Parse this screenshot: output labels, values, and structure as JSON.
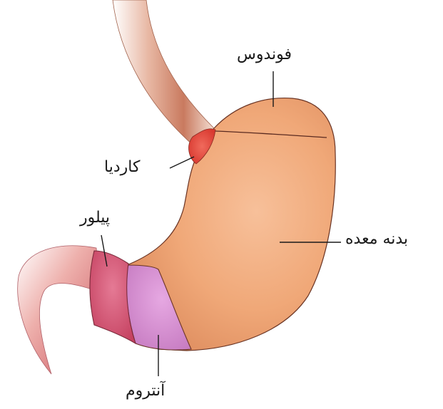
{
  "labels": {
    "fundus": "فوندوس",
    "cardia": "کاردیا",
    "body": "بدنه معده",
    "pylorus": "پیلور",
    "antrum": "آنتروم"
  },
  "colors": {
    "stomach_body": "#f0a878",
    "fundus": "#e9a06f",
    "cardia": "#e3443f",
    "pylorus": "#d85a7a",
    "antrum": "#d98fd4",
    "esophagus": "#d88a6e",
    "duodenum": "#e88a88",
    "outline": "#5a2a20"
  }
}
